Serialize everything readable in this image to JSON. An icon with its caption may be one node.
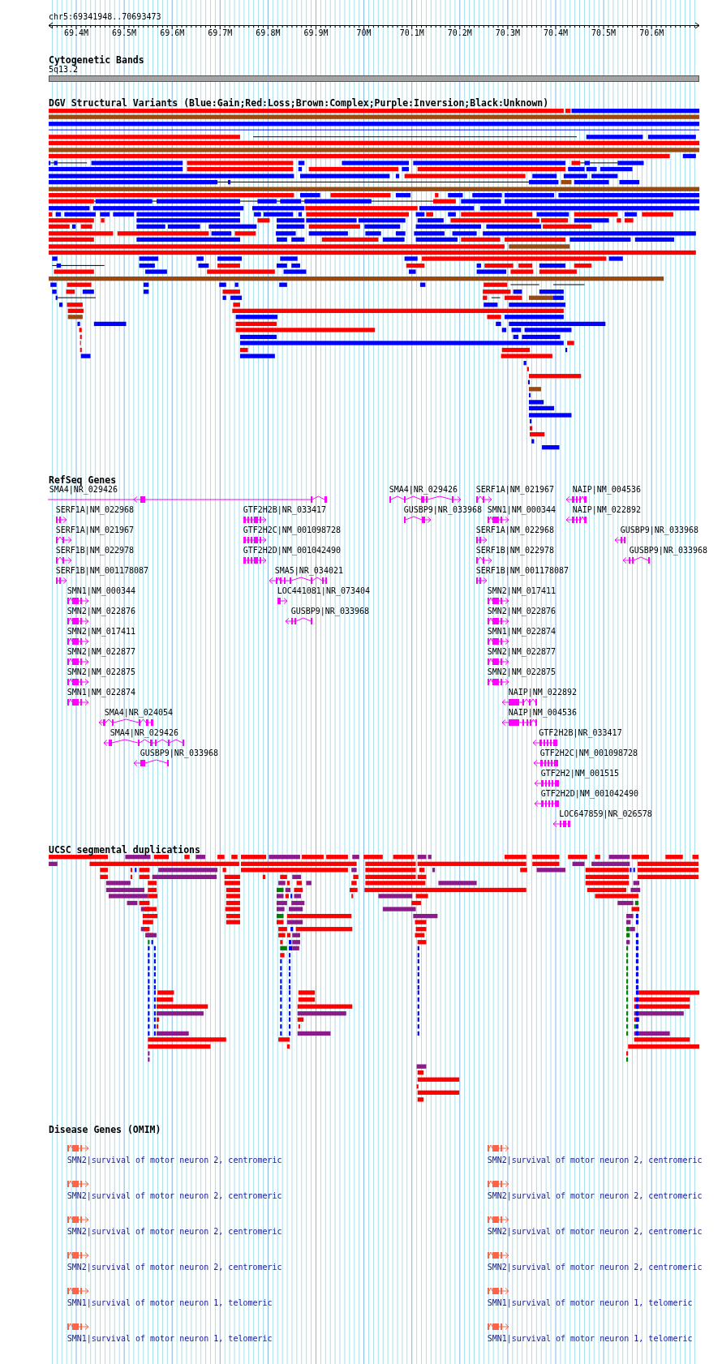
{
  "diagram": {
    "labels": [
      "chr5:69341948..70693473",
      "69.4M",
      "69.5M",
      "69.6M",
      "69.7M",
      "69.8M",
      "69.9M",
      "70M",
      "70.1M",
      "70.2M",
      "70.3M",
      "70.4M",
      "70.5M",
      "70.6M",
      "Cytogenetic Bands",
      "5q13.2",
      "DGV Structural Variants (Blue:Gain;Red:Loss;Brown:Complex;Purple:Inversion;Black:Unknown)",
      "RefSeq Genes",
      "SMA4|NR_029426",
      "SMA4|NR_029426",
      "SERF1A|NM_021967",
      "NAIP|NM_004536",
      "SERF1A|NM_022968",
      "GTF2H2B|NR_033417",
      "GUSBP9|NR_033968",
      "SMN1|NM_000344",
      "NAIP|NM_022892",
      "SERF1A|NM_021967",
      "GTF2H2C|NM_001098728",
      "SERF1A|NM_022968",
      "GUSBP9|NR_033968",
      "SERF1B|NM_022978",
      "GTF2H2D|NM_001042490",
      "SERF1B|NM_022978",
      "GUSBP9|NR_033968",
      "SERF1B|NM_001178087",
      "SMA5|NR_034021",
      "SERF1B|NM_001178087",
      "SMN1|NM_000344",
      "LOC441081|NR_073404",
      "SMN2|NM_017411",
      "SMN2|NM_022876",
      "GUSBP9|NR_033968",
      "SMN2|NM_022876",
      "SMN2|NM_017411",
      "SMN1|NM_022874",
      "SMN2|NM_022877",
      "SMN2|NM_022877",
      "SMN2|NM_022875",
      "SMN2|NM_022875",
      "SMN1|NM_022874",
      "NAIP|NM_022892",
      "SMA4|NR_024054",
      "NAIP|NM_004536",
      "SMA4|NR_029426",
      "GTF2H2B|NR_033417",
      "GUSBP9|NR_033968",
      "GTF2H2C|NM_001098728",
      "GTF2H2|NM_001515",
      "GTF2H2D|NM_001042490",
      "LOC647859|NR_026578",
      "UCSC segmental duplications",
      "Disease Genes (OMIM)",
      "SMN2|survival of motor neuron 2, centromeric",
      "SMN2|survival of motor neuron 2, centromeric",
      "SMN2|survival of motor neuron 2, centromeric",
      "SMN2|survival of motor neuron 2, centromeric",
      "SMN2|survival of motor neuron 2, centromeric",
      "SMN2|survival of motor neuron 2, centromeric",
      "SMN2|survival of motor neuron 2, centromeric",
      "SMN2|survival of motor neuron 2, centromeric",
      "SMN1|survival of motor neuron 1, telomeric",
      "SMN1|survival of motor neuron 1, telomeric",
      "SMN1|survival of motor neuron 1, telomeric",
      "SMN1|survival of motor neuron 1, telomeric"
    ]
  }
}
